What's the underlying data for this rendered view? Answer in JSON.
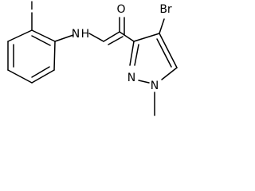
{
  "atoms": {
    "iodine": "I",
    "nh": "N H",
    "oxygen": "O",
    "bromine": "Br",
    "n1": "N",
    "n2": "N"
  }
}
